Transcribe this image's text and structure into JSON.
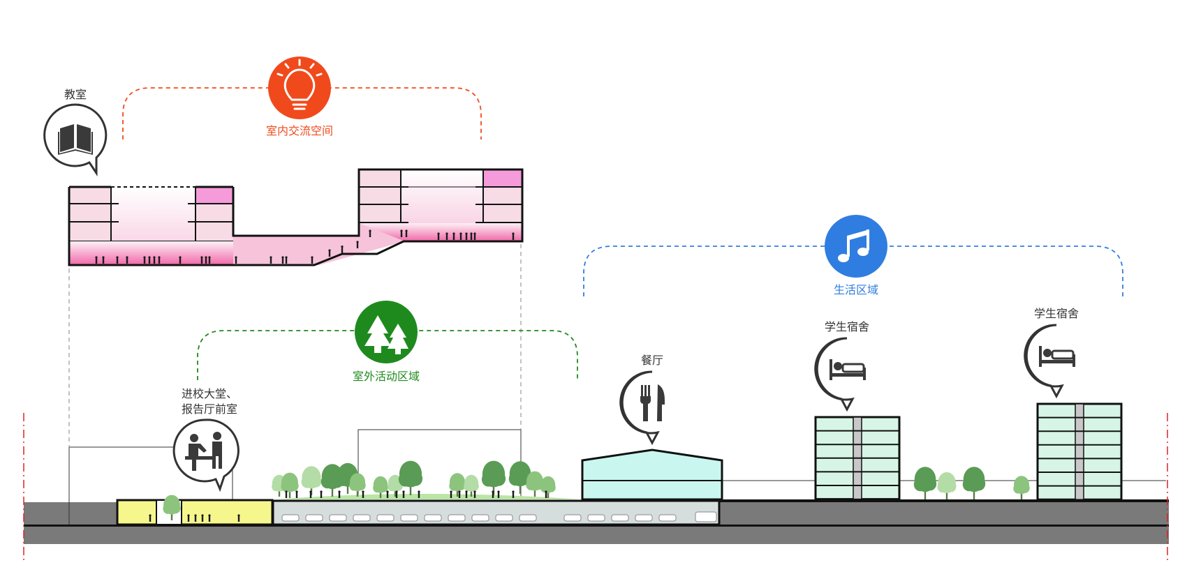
{
  "zones": {
    "indoor_exchange": {
      "label": "室内交流空间",
      "color": "#f04a1c",
      "icon": "lightbulb-icon"
    },
    "outdoor_activity": {
      "label": "室外活动区域",
      "color": "#1e8a1e",
      "icon": "pine-trees-icon"
    },
    "living": {
      "label": "生活区域",
      "color": "#2f7de1",
      "icon": "music-note-icon"
    }
  },
  "markers": {
    "classroom": {
      "label": "教室",
      "icon": "book-icon"
    },
    "lobby": {
      "label_line1": "进校大堂、",
      "label_line2": "报告厅前室",
      "icon": "reception-icon"
    },
    "dining": {
      "label": "餐厅",
      "icon": "fork-knife-icon"
    },
    "dorm_1": {
      "label": "学生宿舍",
      "icon": "bed-icon"
    },
    "dorm_2": {
      "label": "学生宿舍",
      "icon": "bed-icon"
    }
  },
  "colors": {
    "ground": "#7a7a7a",
    "classroom_fill": "#f7dce6",
    "magenta_room": "#f59bd9",
    "lobby_fill": "#f5f78c",
    "dining_fill": "#c9f7ef",
    "dorm_fill": "#d7f5e6",
    "parking_fill": "#d5dedd",
    "lawn_fill": "#b9e6a4",
    "property_line": "#d9232a"
  }
}
